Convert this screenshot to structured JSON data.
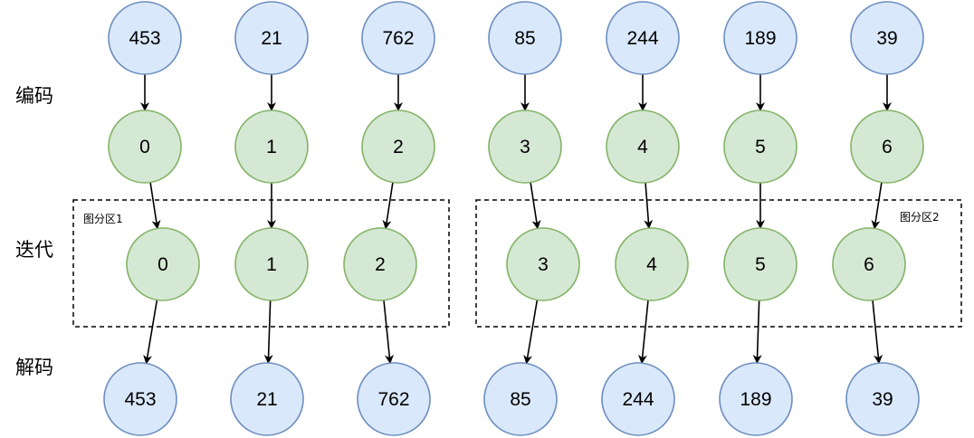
{
  "row_labels": {
    "encode": "编码",
    "iterate": "迭代",
    "decode": "解码"
  },
  "partitions": [
    {
      "label": "图分区1"
    },
    {
      "label": "图分区2"
    }
  ],
  "colors": {
    "blue_fill": "#dae8fc",
    "blue_stroke": "#6c8ebf",
    "green_fill": "#d5e8d4",
    "green_stroke": "#82b366",
    "edge": "#000000",
    "partition_border": "#000000"
  },
  "rows": {
    "original": [
      "453",
      "21",
      "762",
      "85",
      "244",
      "189",
      "39"
    ],
    "encoded": [
      "0",
      "1",
      "2",
      "3",
      "4",
      "5",
      "6"
    ],
    "iterated": [
      "0",
      "1",
      "2",
      "3",
      "4",
      "5",
      "6"
    ],
    "decoded": [
      "453",
      "21",
      "762",
      "85",
      "244",
      "189",
      "39"
    ]
  }
}
